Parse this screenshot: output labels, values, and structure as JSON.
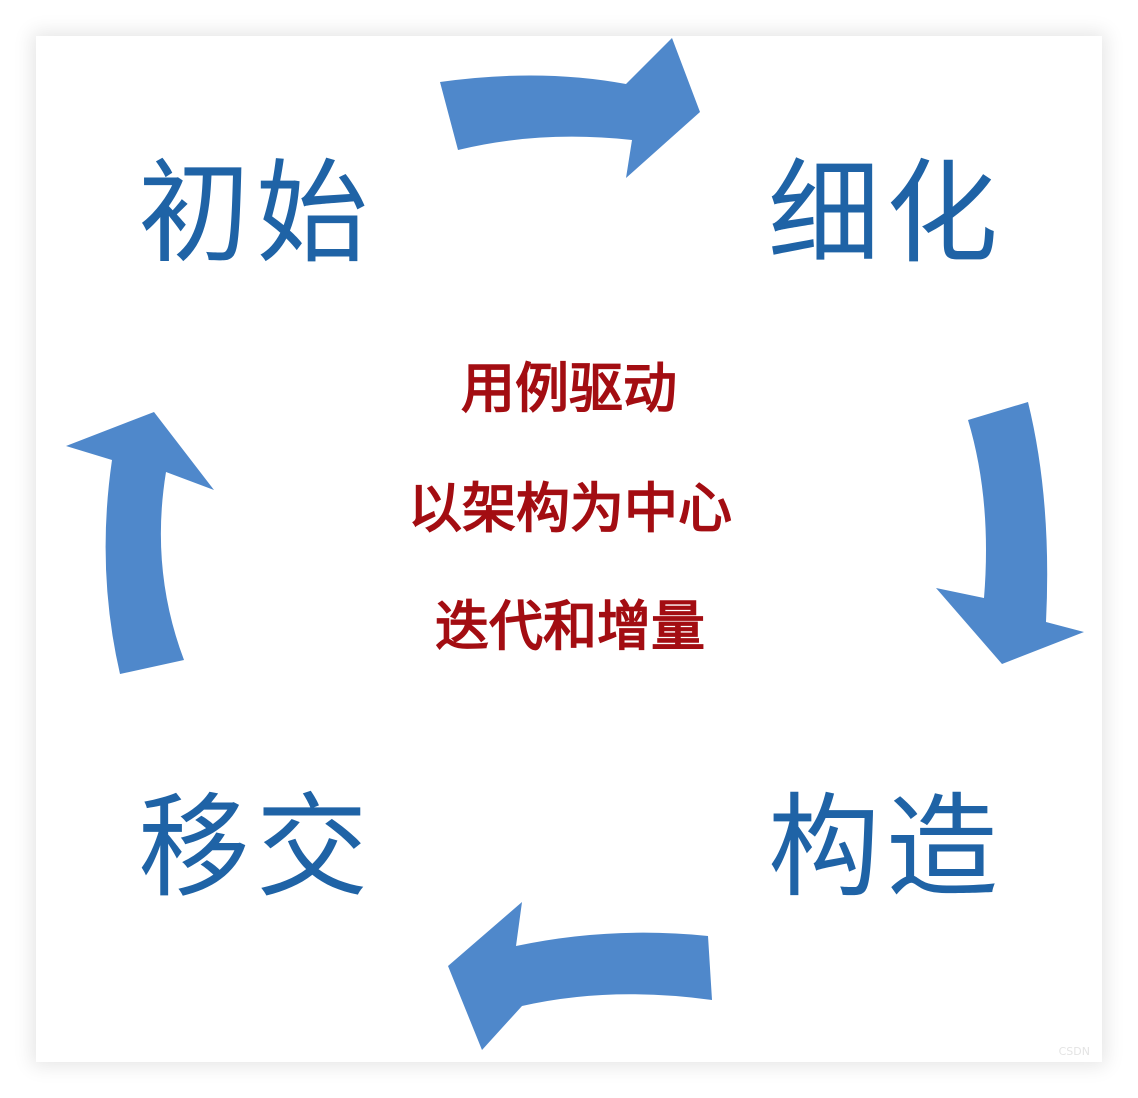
{
  "phases": {
    "inception": "初始",
    "elaboration": "细化",
    "construction": "构造",
    "transition": "移交"
  },
  "principles": [
    "用例驱动",
    "以架构为中心",
    "迭代和增量"
  ],
  "colors": {
    "phase_text": "#1f63a6",
    "arrow_fill": "#4f88cb",
    "principle_text": "#a30d12"
  },
  "watermark": "CSDN"
}
